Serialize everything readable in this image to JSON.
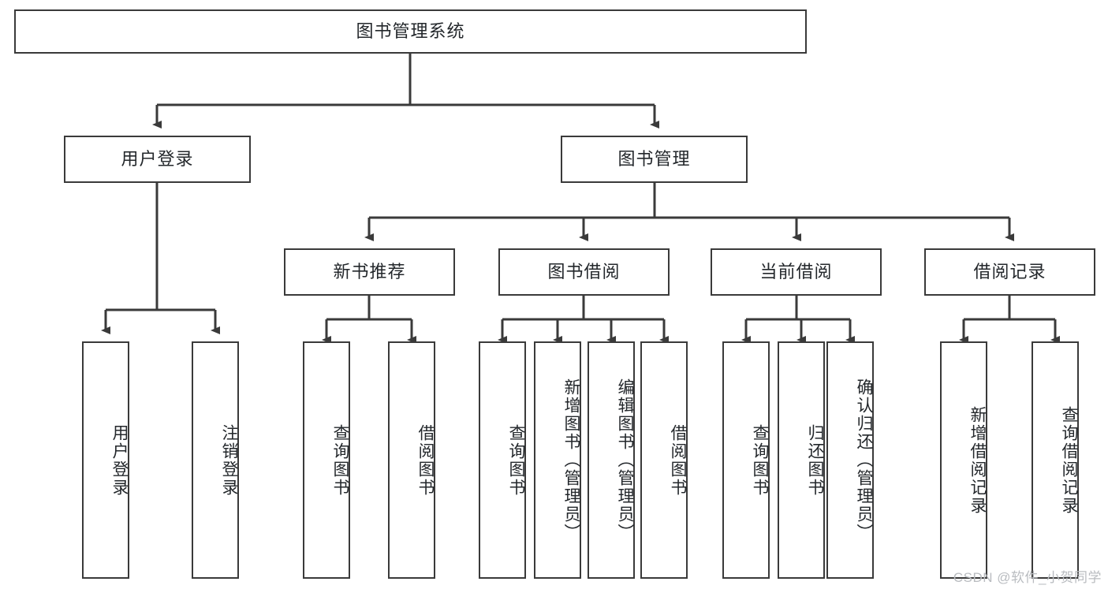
{
  "diagram": {
    "type": "tree-hierarchy",
    "orientation": "top-down",
    "root": {
      "id": "root",
      "label": "图书管理系统"
    },
    "level1": [
      {
        "id": "n-user-login",
        "label": "用户登录"
      },
      {
        "id": "n-book-mgmt",
        "label": "图书管理"
      }
    ],
    "level2": [
      {
        "id": "n-new-book-rec",
        "label": "新书推荐",
        "parent": "n-book-mgmt"
      },
      {
        "id": "n-book-borrow",
        "label": "图书借阅",
        "parent": "n-book-mgmt"
      },
      {
        "id": "n-current-borrow",
        "label": "当前借阅",
        "parent": "n-book-mgmt"
      },
      {
        "id": "n-borrow-record",
        "label": "借阅记录",
        "parent": "n-book-mgmt"
      }
    ],
    "leaves": [
      {
        "id": "l-user-login",
        "label": "用户登录",
        "parent": "n-user-login"
      },
      {
        "id": "l-logout",
        "label": "注销登录",
        "parent": "n-user-login"
      },
      {
        "id": "l-rec-query-book",
        "label": "查询图书",
        "parent": "n-new-book-rec"
      },
      {
        "id": "l-rec-borrow-book",
        "label": "借阅图书",
        "parent": "n-new-book-rec"
      },
      {
        "id": "l-bb-query-book",
        "label": "查询图书",
        "parent": "n-book-borrow"
      },
      {
        "id": "l-bb-add-book",
        "label": "新增图书（管理员）",
        "parent": "n-book-borrow"
      },
      {
        "id": "l-bb-edit-book",
        "label": "编辑图书（管理员）",
        "parent": "n-book-borrow"
      },
      {
        "id": "l-bb-borrow-book",
        "label": "借阅图书",
        "parent": "n-book-borrow"
      },
      {
        "id": "l-cb-query-book",
        "label": "查询图书",
        "parent": "n-current-borrow"
      },
      {
        "id": "l-cb-return-book",
        "label": "归还图书",
        "parent": "n-current-borrow"
      },
      {
        "id": "l-cb-confirm-return",
        "label": "确认归还（管理员）",
        "parent": "n-current-borrow"
      },
      {
        "id": "l-br-add-record",
        "label": "新增借阅记录",
        "parent": "n-borrow-record"
      },
      {
        "id": "l-br-query-record",
        "label": "查询借阅记录",
        "parent": "n-borrow-record"
      }
    ],
    "colors": {
      "stroke": "#3a3a3a",
      "fill": "#ffffff",
      "text": "#23272b",
      "watermark": "#b9bcc0"
    }
  },
  "watermark": {
    "text": "CSDN @软件_小贺同学"
  }
}
